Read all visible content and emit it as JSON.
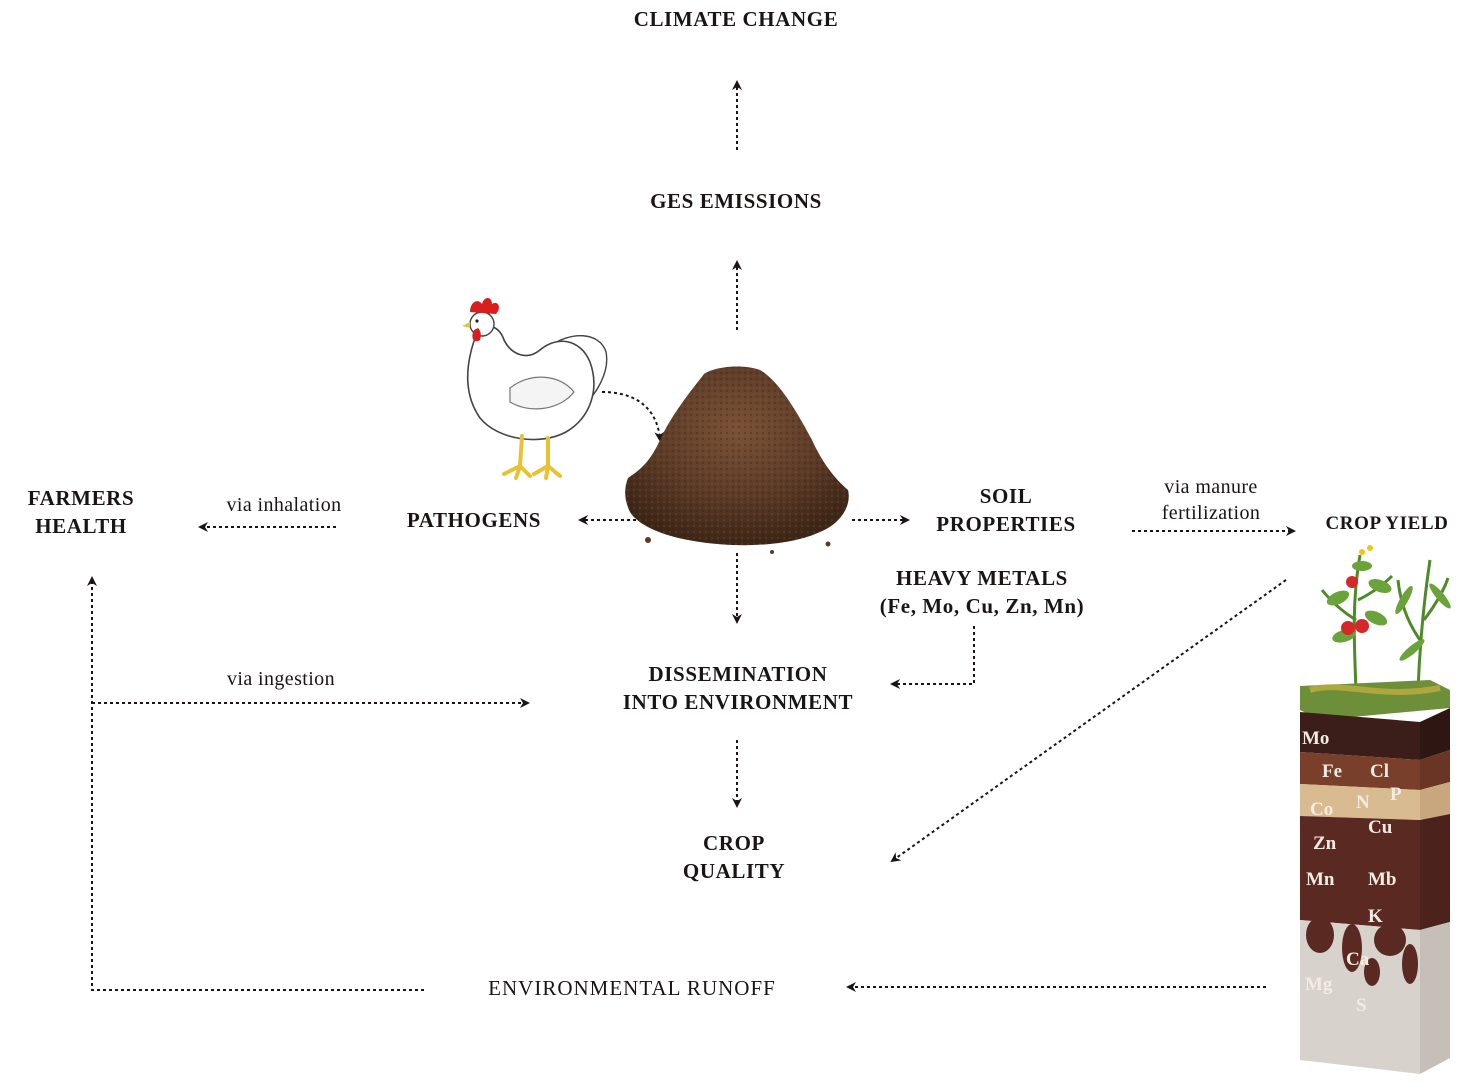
{
  "nodes": {
    "climate_change": "CLIMATE CHANGE",
    "ges_emissions": "GES EMISSIONS",
    "farmers_health": [
      "FARMERS",
      "HEALTH"
    ],
    "pathogens": "PATHOGENS",
    "soil_properties": [
      "SOIL",
      "PROPERTIES"
    ],
    "crop_yield": "CROP YIELD",
    "heavy_metals": [
      "HEAVY METALS",
      "(Fe, Mo, Cu, Zn, Mn)"
    ],
    "dissemination": [
      "DISSEMINATION",
      "INTO ENVIRONMENT"
    ],
    "crop_quality": [
      "CROP",
      "QUALITY"
    ],
    "environmental_runoff": "ENVIRONMENTAL RUNOFF"
  },
  "edge_labels": {
    "via_inhalation": "via inhalation",
    "via_manure": [
      "via manure",
      "fertilization"
    ],
    "via_ingestion": "via ingestion"
  },
  "soil_elements": [
    "Mo",
    "Fe",
    "Cl",
    "P",
    "N",
    "Co",
    "Cu",
    "Zn",
    "Mn",
    "Mb",
    "K",
    "Ca",
    "Mg",
    "S"
  ],
  "colors": {
    "text": "#1a1414",
    "arrow": "#1a1414",
    "manure": "#5b3a26",
    "chicken_comb": "#d81e1e",
    "chicken_legs": "#e8c233"
  }
}
